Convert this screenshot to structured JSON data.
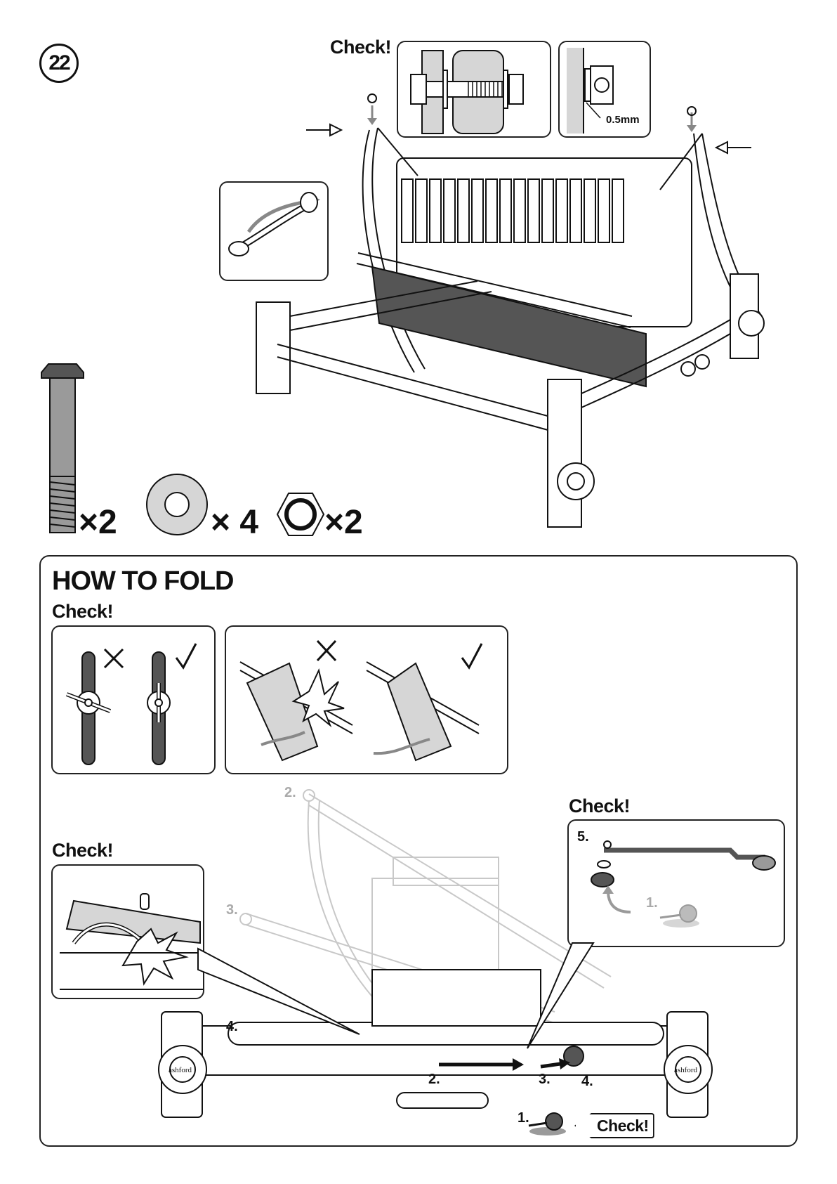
{
  "step_number": "22",
  "top_section": {
    "check_label": "Check!",
    "clearance_label": "0.5mm"
  },
  "parts": [
    {
      "name": "bolt-icon",
      "qty": "×2"
    },
    {
      "name": "washer-icon",
      "qty": "× 4"
    },
    {
      "name": "nut-icon",
      "qty": "×2"
    }
  ],
  "fold_section": {
    "title": "HOW TO FOLD",
    "check_1": "Check!",
    "check_2": "Check!",
    "check_3": "Check!",
    "check_4": "Check!",
    "inset_step": "5.",
    "inset_step_grey": "1.",
    "steps": {
      "s1": "1.",
      "s2": "2.",
      "s3": "3.",
      "s4": "4.",
      "s2_grey": "2.",
      "s3_grey": "3.",
      "s4_left": "4."
    },
    "brand": "ashford"
  },
  "colors": {
    "ink": "#111111",
    "grey": "#9a9a9a",
    "light_grey": "#d6d6d6"
  }
}
